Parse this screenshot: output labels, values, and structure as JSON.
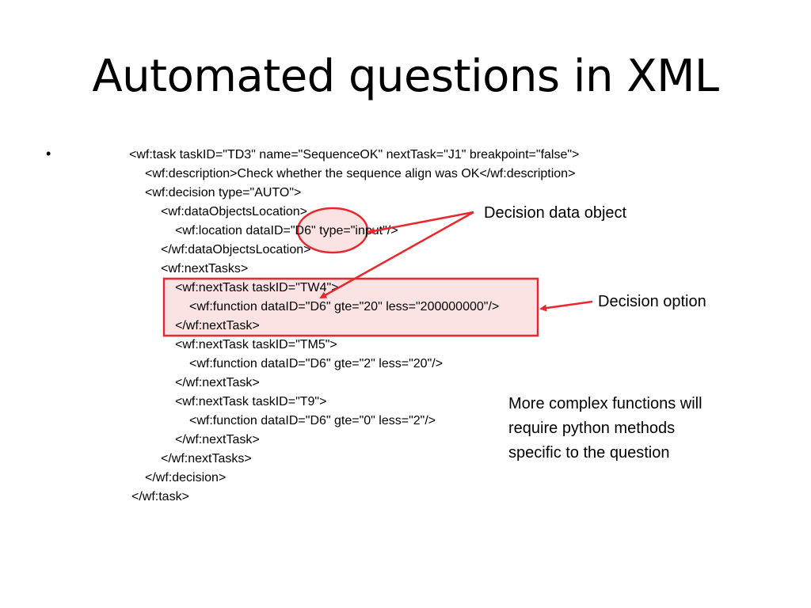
{
  "slide": {
    "title": "Automated questions in XML",
    "bullet": "•"
  },
  "code_lines": [
    "<wf:task taskID=\"TD3\" name=\"SequenceOK\" nextTask=\"J1\" breakpoint=\"false\">",
    "<wf:description>Check whether the sequence align was OK</wf:description>",
    "<wf:decision type=\"AUTO\">",
    "<wf:dataObjectsLocation>",
    "<wf:location dataID=\"D6\" type=\"input\"/>",
    "</wf:dataObjectsLocation>",
    "<wf:nextTasks>",
    "<wf:nextTask taskID=\"TW4\">",
    "<wf:function dataID=\"D6\" gte=\"20\" less=\"200000000\"/>",
    "</wf:nextTask>",
    "<wf:nextTask taskID=\"TM5\">",
    "<wf:function dataID=\"D6\" gte=\"2\" less=\"20\"/>",
    "</wf:nextTask>",
    "<wf:nextTask taskID=\"T9\">",
    "<wf:function dataID=\"D6\" gte=\"0\" less=\"2\"/>",
    "</wf:nextTask>",
    "</wf:nextTasks>",
    "</wf:decision>",
    "</wf:task>"
  ],
  "annotations": {
    "decision_data_object": "Decision data object",
    "decision_option": "Decision option",
    "complex_functions": [
      "More complex functions will",
      "require python methods",
      "specific to the question"
    ]
  },
  "colors": {
    "highlight_red": "#e8282d",
    "highlight_fill": "#fbe3e4",
    "text": "#000000",
    "background": "#ffffff"
  }
}
